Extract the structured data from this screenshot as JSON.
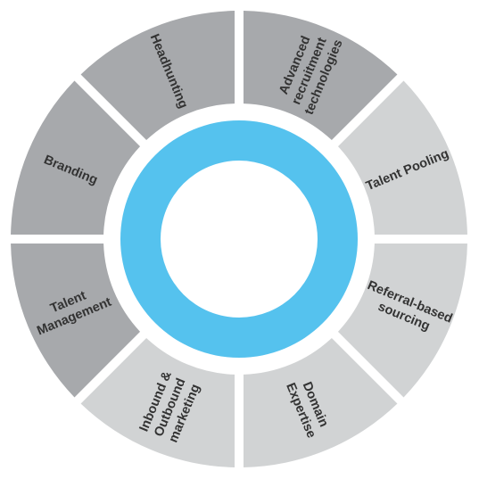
{
  "colors": {
    "dark_segment": "#a7a9ac",
    "light_segment": "#d1d3d4",
    "ring": "#55c2ee",
    "center": "#ffffff",
    "text": "#333333"
  },
  "segments": [
    {
      "lines": [
        "Advanced",
        "recruitment",
        "technologies"
      ],
      "shade": "dark"
    },
    {
      "lines": [
        "Talent Pooling"
      ],
      "shade": "light"
    },
    {
      "lines": [
        "Referral-based",
        "sourcing"
      ],
      "shade": "light"
    },
    {
      "lines": [
        "Domain",
        "Expertise"
      ],
      "shade": "light"
    },
    {
      "lines": [
        "Inbound &",
        "Outbound",
        "marketing"
      ],
      "shade": "light"
    },
    {
      "lines": [
        "Talent",
        "Management"
      ],
      "shade": "dark"
    },
    {
      "lines": [
        "Branding"
      ],
      "shade": "dark"
    },
    {
      "lines": [
        "Headhunting"
      ],
      "shade": "dark"
    }
  ]
}
